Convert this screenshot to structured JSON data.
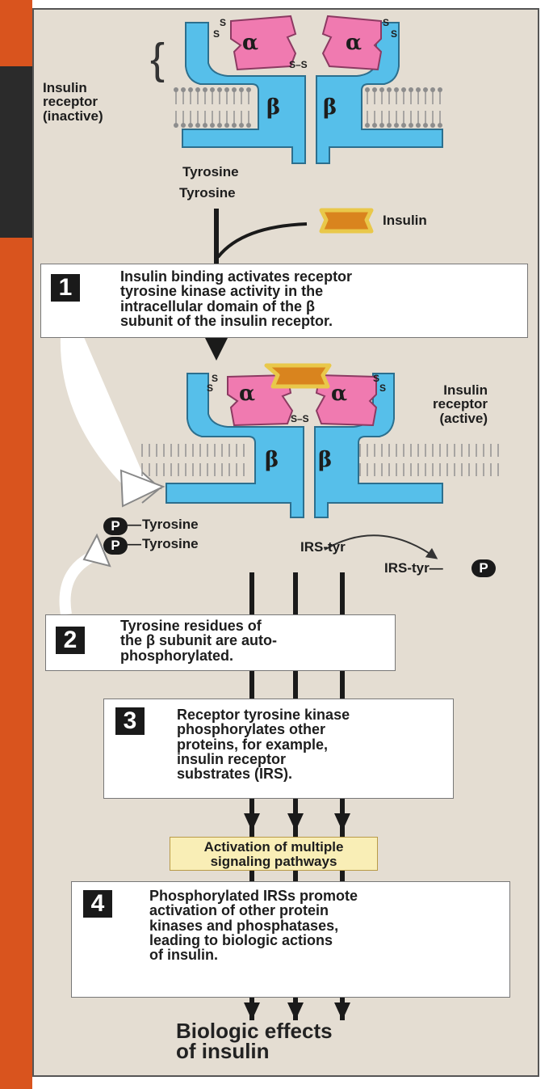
{
  "colors": {
    "alpha": "#f07ab0",
    "beta": "#56bfea",
    "insulin": "#d9841e",
    "slide_accent": "#d9541e",
    "panel": "#e4ddd2",
    "pathway_box": "#f9eeb6"
  },
  "labels": {
    "receptor_inactive": "Insulin\nreceptor\n(inactive)",
    "receptor_active": "Insulin\nreceptor\n(active)",
    "insulin": "Insulin",
    "tyrosine": "Tyrosine",
    "alpha": "α",
    "beta": "β",
    "disulfide": "S–S",
    "sulfur": "S",
    "phosphate": "P",
    "irs_tyr": "IRS-tyr",
    "irs_tyr_p": "IRS-tyr—"
  },
  "steps": [
    {
      "number": "1",
      "text": "Insulin binding activates receptor\ntyrosine kinase activity in the\nintracellular domain of the β\nsubunit of the insulin receptor."
    },
    {
      "number": "2",
      "text": "Tyrosine residues of\nthe β subunit are auto-\nphosphorylated."
    },
    {
      "number": "3",
      "text": "Receptor tyrosine kinase\nphosphorylates other\nproteins, for example,\ninsulin receptor\nsubstrates (IRS)."
    },
    {
      "number": "4",
      "text": "Phosphorylated IRSs promote\nactivation of other protein\nkinases and phosphatases,\nleading to biologic actions\nof insulin."
    }
  ],
  "pathways": "Activation of multiple\nsignaling pathways",
  "final": "Biologic effects\nof insulin"
}
